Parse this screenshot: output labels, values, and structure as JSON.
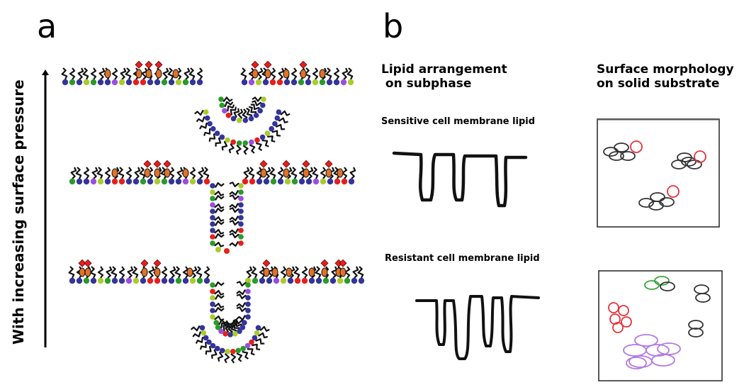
{
  "panel_a": {
    "letter": "a",
    "axis_label": "With increasing surface pressure"
  },
  "panel_b": {
    "letter": "b",
    "lipid_header": "Lipid arrangement\n on subphase",
    "morph_header": "Surface morphology\non solid substrate",
    "sensitive_label": "Sensitive cell membrane lipid",
    "resistant_label": "Resistant cell membrane lipid"
  },
  "colors": {
    "tail": "#111111",
    "blue": "#34349a",
    "green": "#2a9a2a",
    "lime": "#a8cc2a",
    "red": "#e5201c",
    "purple": "#9b4de0",
    "orange": "#e0722a",
    "vesicle_red": "#e3343a",
    "vesicle_green": "#3aa33a",
    "vesicle_purple": "#b27ae0",
    "vesicle_black": "#333333"
  }
}
